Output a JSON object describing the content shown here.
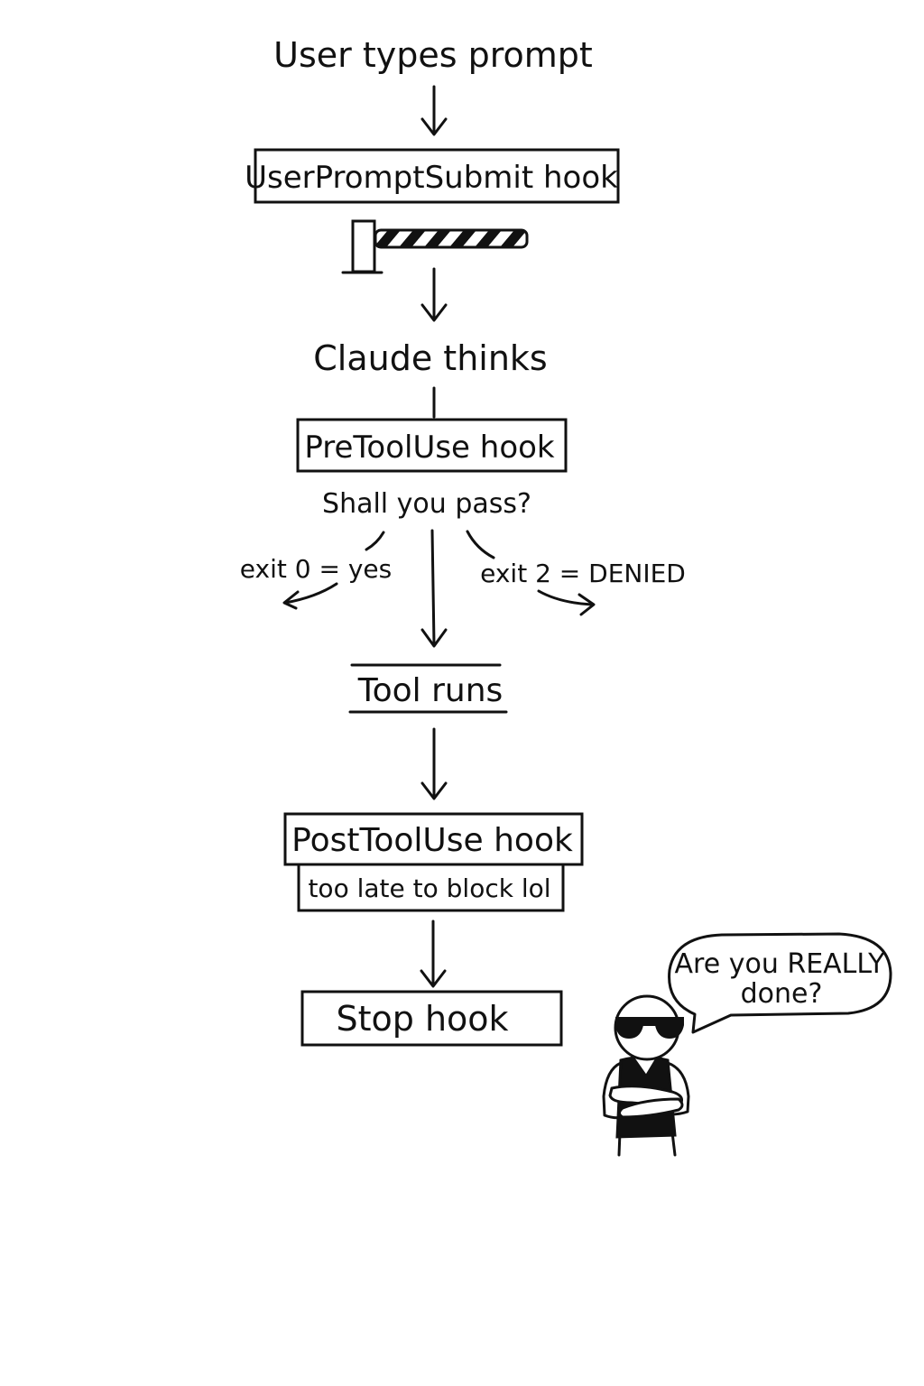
{
  "diagram": {
    "type": "flowchart",
    "style": "hand-drawn comic",
    "colors": {
      "ink": "#111111",
      "background": "#ffffff"
    },
    "nodes": {
      "user_prompt": {
        "label": "User types prompt",
        "shape": "plain-text"
      },
      "user_prompt_submit": {
        "label": "UserPromptSubmit hook",
        "shape": "box"
      },
      "gate": {
        "icon": "boom-barrier-gate-icon"
      },
      "claude_thinks": {
        "label": "Claude thinks",
        "shape": "plain-text"
      },
      "pre_tool_use": {
        "label": "PreToolUse hook",
        "shape": "box"
      },
      "decision": {
        "label": "Shall you pass?",
        "shape": "plain-text"
      },
      "branch_yes": {
        "label": "exit 0 = yes"
      },
      "branch_denied": {
        "label": "exit 2 = DENIED"
      },
      "tool_runs": {
        "label": "Tool runs",
        "shape": "underlined-text"
      },
      "post_tool_use": {
        "label": "PostToolUse hook",
        "shape": "box"
      },
      "post_tool_use_note": {
        "label": "too late to block lol",
        "shape": "sub-box"
      },
      "stop_hook": {
        "label": "Stop hook",
        "shape": "box"
      }
    },
    "edges": [
      {
        "from": "user_prompt",
        "to": "user_prompt_submit"
      },
      {
        "from": "gate",
        "to": "claude_thinks"
      },
      {
        "from": "claude_thinks",
        "to": "pre_tool_use"
      },
      {
        "from": "decision",
        "to": "branch_yes"
      },
      {
        "from": "decision",
        "to": "tool_runs"
      },
      {
        "from": "decision",
        "to": "branch_denied"
      },
      {
        "from": "tool_runs",
        "to": "post_tool_use"
      },
      {
        "from": "post_tool_use_note",
        "to": "stop_hook"
      }
    ],
    "character": {
      "description": "bouncer with sunglasses and crossed arms",
      "speech_bubble": {
        "line1": "Are you REALLY",
        "line2": "done?"
      }
    }
  }
}
